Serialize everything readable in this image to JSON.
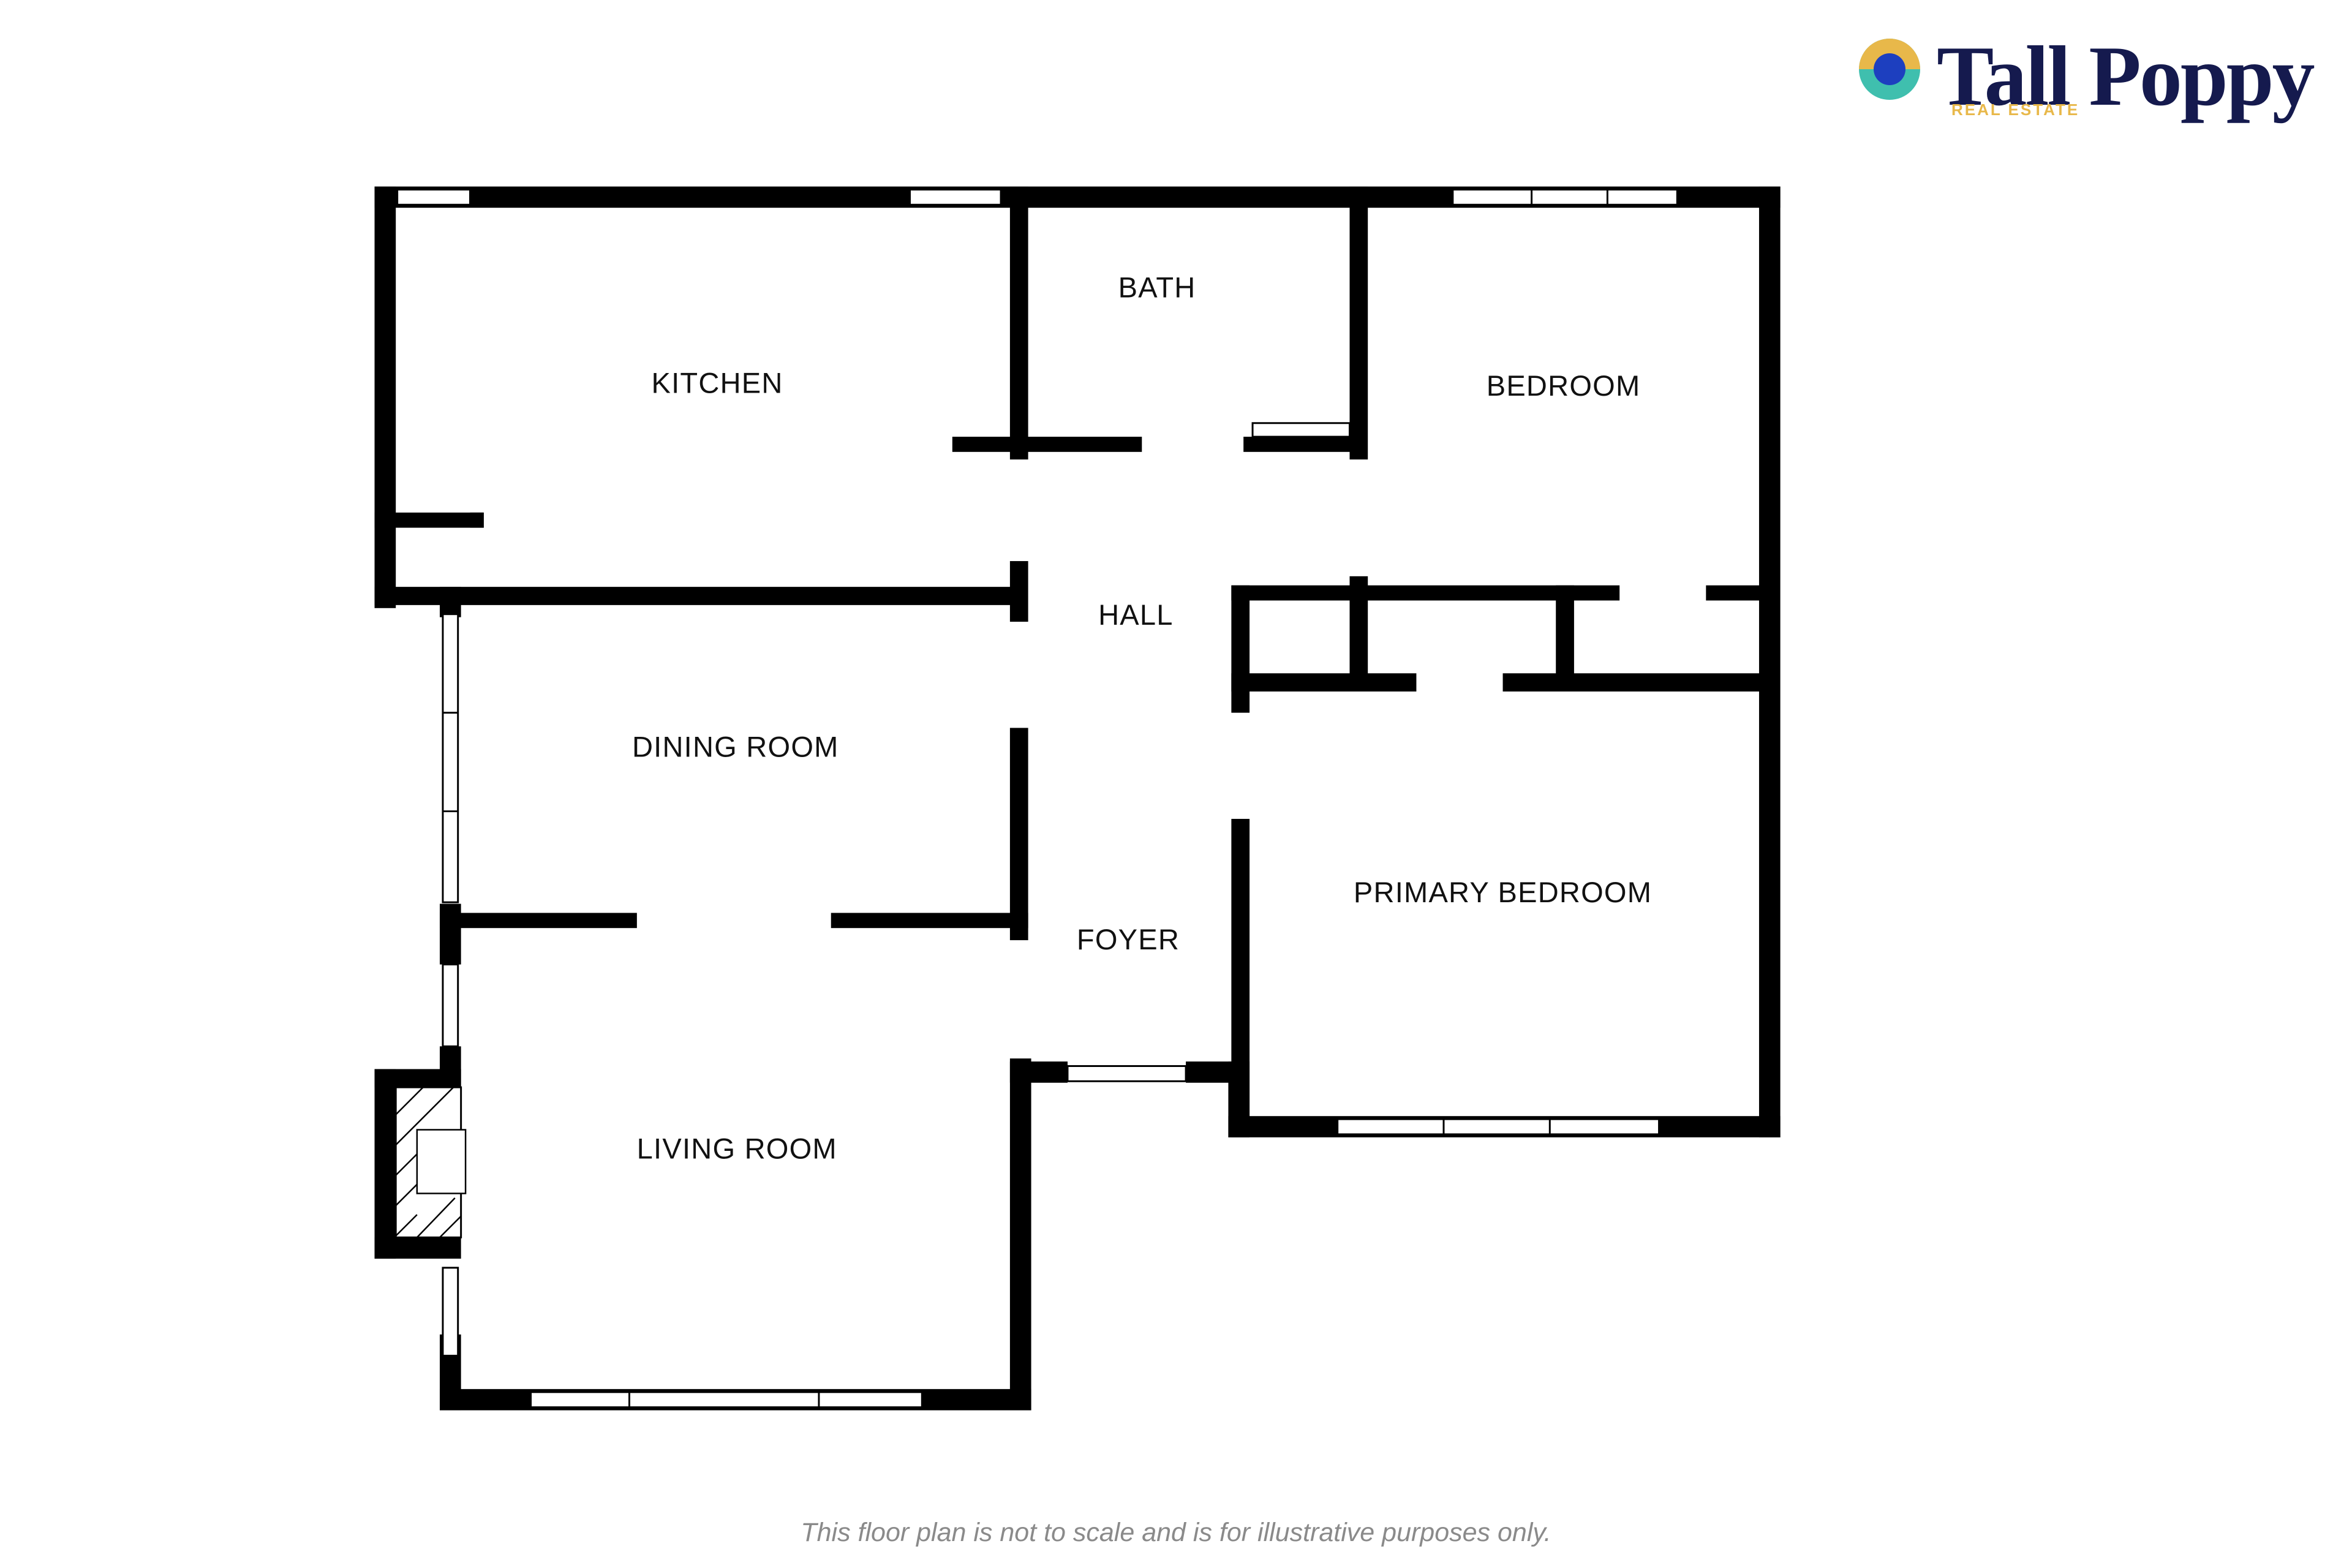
{
  "brand": {
    "name": "Tall Poppy",
    "tagline": "REAL ESTATE",
    "colors": {
      "navy": "#151a4e",
      "gold": "#e8b84a",
      "teal": "#3fbfae",
      "blue": "#1d3fbf"
    }
  },
  "rooms": {
    "kitchen": "KITCHEN",
    "bath": "BATH",
    "bedroom": "BEDROOM",
    "hall": "HALL",
    "dining_room": "DINING ROOM",
    "foyer": "FOYER",
    "primary_bedroom": "PRIMARY BEDROOM",
    "living_room": "LIVING ROOM"
  },
  "disclaimer": "This floor plan is not to scale and is for illustrative purposes only.",
  "colors": {
    "wall": "#000000",
    "background": "#ffffff"
  }
}
